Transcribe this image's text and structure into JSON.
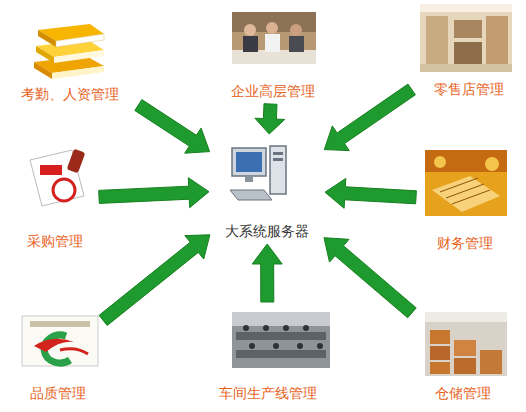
{
  "diagram": {
    "nodes": [
      {
        "text": [
          "考勤、人资管理"
        ]
      },
      {
        "text": [
          "企业高层管理"
        ]
      },
      {
        "text": [
          "零售店管理"
        ]
      },
      {
        "text": [
          "采购管理"
        ]
      },
      {
        "text": [
          "大系统服务器"
        ]
      },
      {
        "text": [
          "财务管理"
        ]
      },
      {
        "text": [
          "品质管理"
        ]
      },
      {
        "text": [
          "车间生产线管理"
        ]
      },
      {
        "text": [
          "仓储管理"
        ]
      }
    ],
    "edges": [
      {
        "from": 0,
        "to": 4,
        "arrow": "to"
      },
      {
        "from": 1,
        "to": 4,
        "arrow": "to"
      },
      {
        "from": 2,
        "to": 4,
        "arrow": "to"
      },
      {
        "from": 3,
        "to": 4,
        "arrow": "to"
      },
      {
        "from": 5,
        "to": 4,
        "arrow": "to"
      },
      {
        "from": 6,
        "to": 4,
        "arrow": "to"
      },
      {
        "from": 7,
        "to": 4,
        "arrow": "to"
      },
      {
        "from": 8,
        "to": 4,
        "arrow": "to"
      }
    ]
  }
}
